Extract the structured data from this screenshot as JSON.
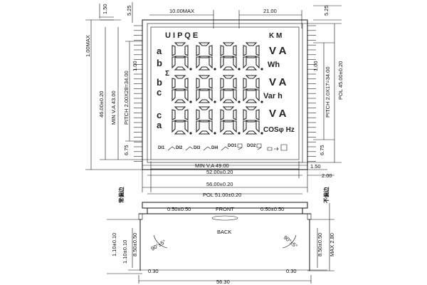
{
  "dims_top": {
    "d_1_50": "1.50",
    "d_5_25_top": "5.25",
    "d_10_max": "10.00MAX",
    "d_21_00": "21.00",
    "d_5_25_right": "5.25"
  },
  "dims_left": {
    "d_1_00_max": "1.00MAX",
    "d_46_00": "46.00±0.20",
    "d_min_va_43": "MIN V.A 43.00",
    "d_pitch_left": "PITCH 2.00X28=34.00",
    "d_1_00_left": "1.00",
    "d_6_75_left": "6.75"
  },
  "dims_right": {
    "d_1_00_right": "1.00",
    "d_pitch_right": "PITCH 2.0X17=34.00",
    "d_pol_45": "POL 45.00±0.20",
    "d_6_75_right": "6.75",
    "d_1_50_right": "1.50",
    "d_2_00": "2.00"
  },
  "dims_bottom": {
    "d_min_va_49": "MIN V.A 49.00",
    "d_52_00": "52.00±0.20",
    "d_56_00": "56.00±0.20",
    "d_pol_51": "POL 51.00±0.20"
  },
  "lcd": {
    "top_units": "U I P Q E",
    "top_right": "K M",
    "row1_label_a": "a",
    "row1_label_b": "b",
    "sigma": "Σ",
    "row1_unit": "V A",
    "row1_unit2": "Wh",
    "row2_label_b": "b",
    "row2_label_c": "c",
    "row2_unit": "V A",
    "row2_unit2": "Var h",
    "row3_label_c": "c",
    "row3_label_a": "a",
    "row3_unit": "V A",
    "row3_unit2": "COSφ Hz",
    "di1": "DI1",
    "di2": "DI2",
    "di3": "DI3",
    "di4": "DI4",
    "do1": "DO1",
    "do2": "DO2"
  },
  "side_view": {
    "left_note": "常偏边",
    "right_note": "不偏边",
    "d_0_50_left": "0.50±0.50",
    "front": "FRONT",
    "d_0_50_right": "0.50±0.50",
    "back": "BACK",
    "angle_left": "90°±5°",
    "angle_right": "90°±5°",
    "d_1_10": "1.10±0.10",
    "d_1_10_2": "1.10±0.10",
    "d_8_50_left": "8.50±0.50",
    "d_8_50_right": "8.50±0.50",
    "d_max_2_80": "MAX 2.80",
    "d_0_30_left": "0.30",
    "d_0_30_right": "0.30",
    "d_56_30": "56.30"
  }
}
